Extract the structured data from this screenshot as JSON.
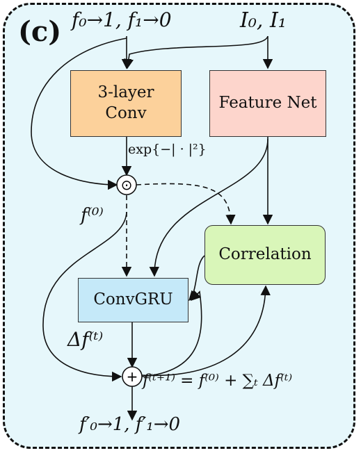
{
  "panel_label": "(c)",
  "inputs": {
    "flows": "f₀→1, f₁→0",
    "images": "I₀, I₁"
  },
  "blocks": {
    "conv_line1": "3-layer",
    "conv_line2": "Conv",
    "feature_net": "Feature Net",
    "correlation": "Correlation",
    "convgru": "ConvGRU"
  },
  "operators": {
    "multiply": "⊙",
    "add": "+"
  },
  "labels": {
    "exp_weight": "exp{−| · |²}",
    "init_flow": "f⁽⁰⁾",
    "delta_flow": "Δf⁽ᵗ⁾",
    "update_rule": "f⁽ᵗ⁺¹⁾ = f⁽⁰⁾ + ∑ₜ Δf⁽ᵗ⁾",
    "outputs": "f′₀→1, f′₁→0"
  },
  "colors": {
    "frame_bg": "#e6f7fb",
    "conv_fill": "#fcd19b",
    "feature_fill": "#fdd5cc",
    "correlation_fill": "#d9f6b9",
    "convgru_fill": "#c5e9f9"
  }
}
